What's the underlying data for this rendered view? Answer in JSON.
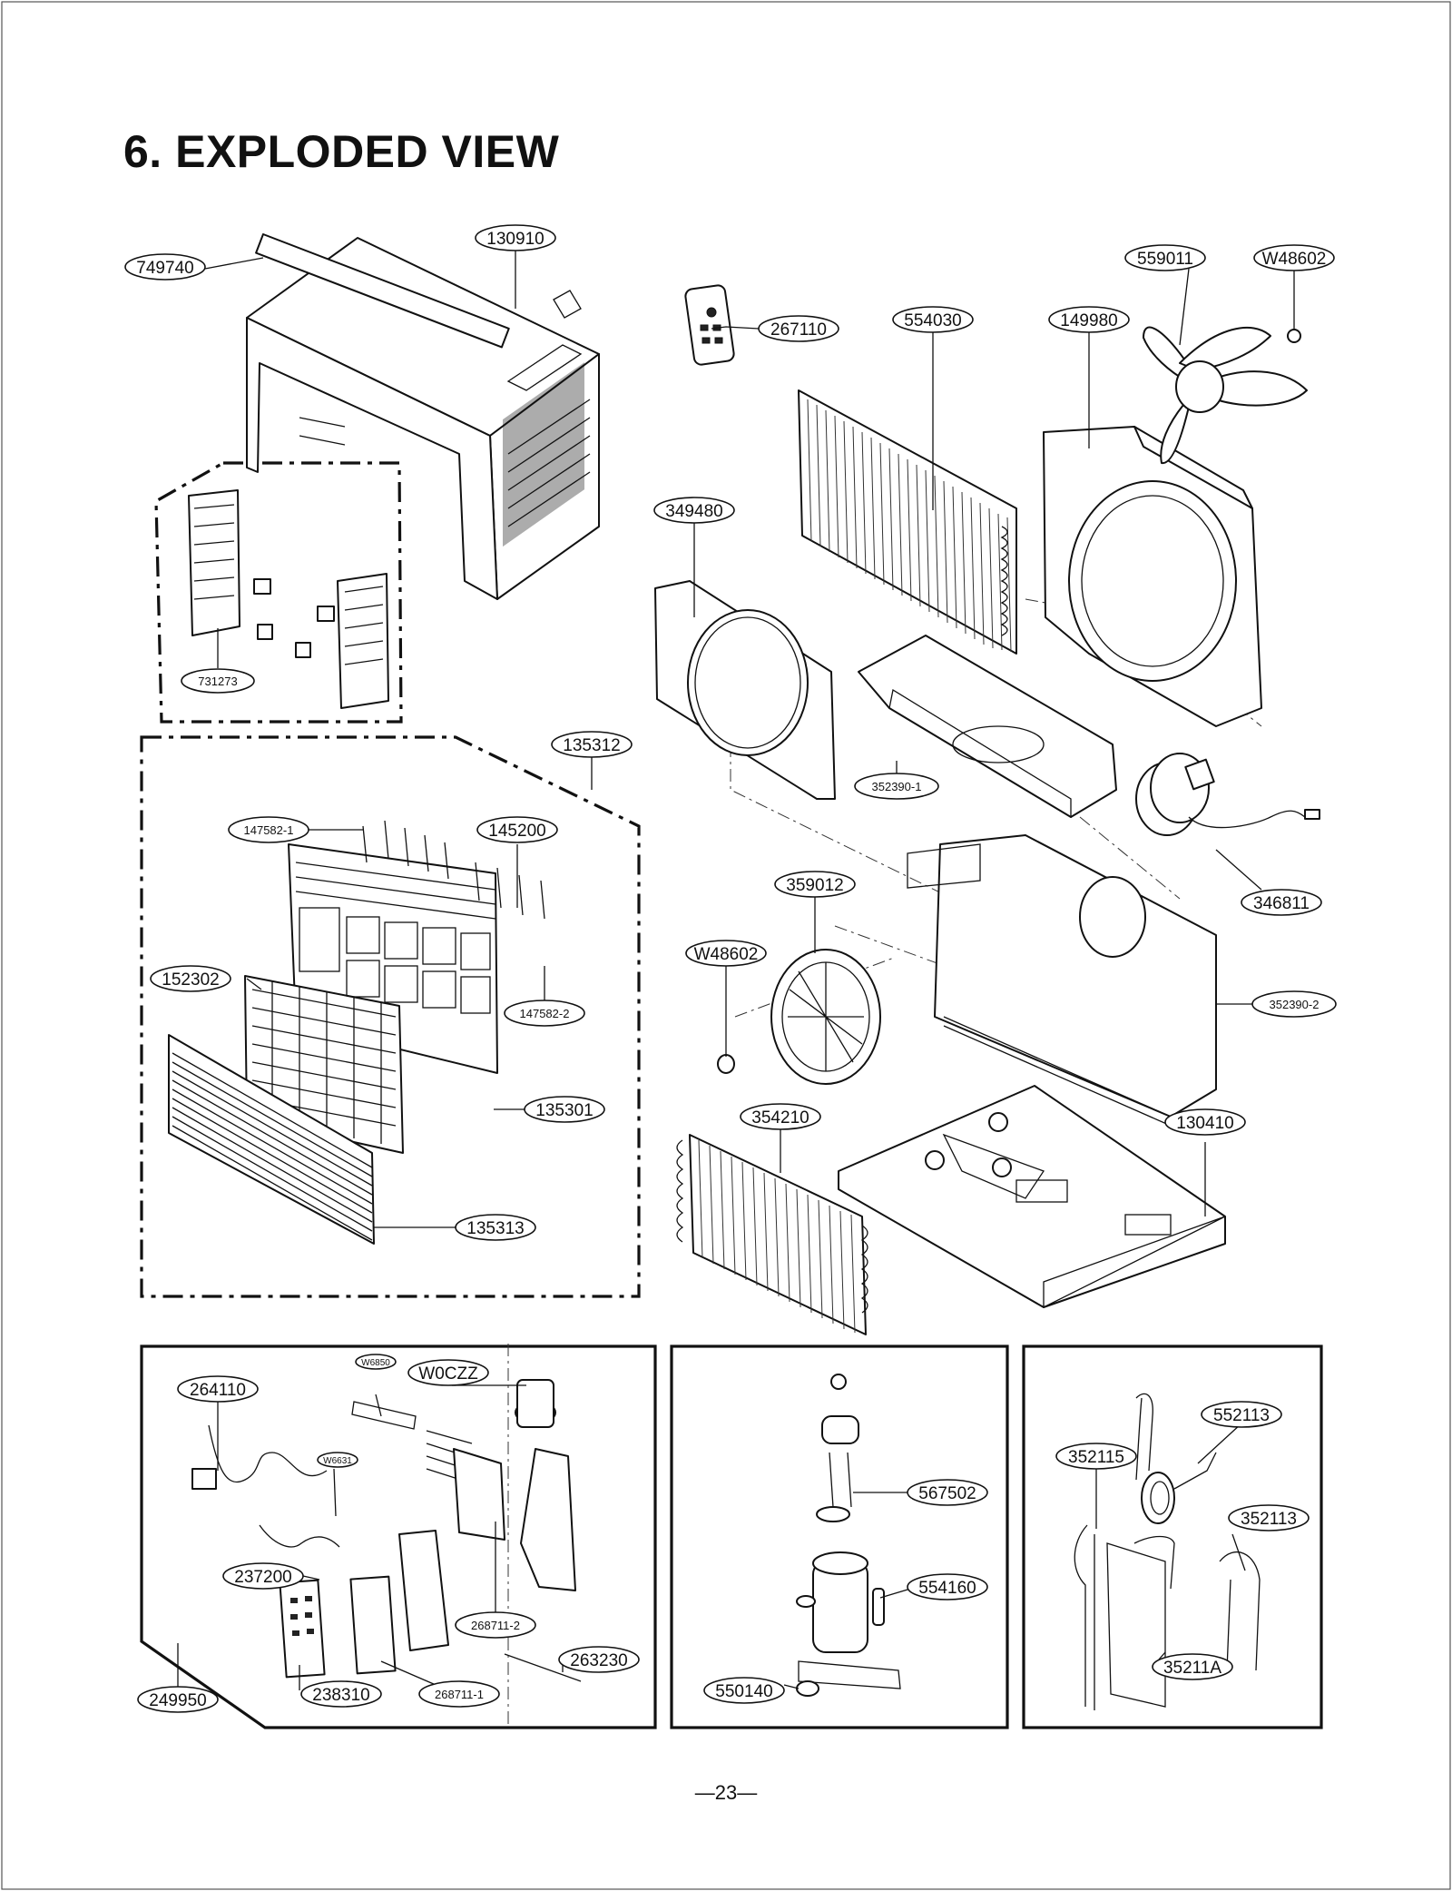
{
  "title": "6. EXPLODED VIEW",
  "page_number": "—23—",
  "parts": {
    "p749740": "749740",
    "p130910": "130910",
    "p267110": "267110",
    "p554030": "554030",
    "p149980": "149980",
    "p559011": "559011",
    "pW48602_fan": "W48602",
    "p349480": "349480",
    "p731273": "731273",
    "p135312": "135312",
    "p147582_1": "147582-1",
    "p145200": "145200",
    "p152302": "152302",
    "p147582_2": "147582-2",
    "p135301": "135301",
    "p135313": "135313",
    "p352390_1": "352390-1",
    "p346811": "346811",
    "p359012": "359012",
    "pW48602_blower": "W48602",
    "p352390_2": "352390-2",
    "p354210": "354210",
    "p130410": "130410",
    "p264110": "264110",
    "pW6850": "W6850",
    "pW0CZZ": "W0CZZ",
    "pW6631": "W6631",
    "p237200": "237200",
    "p268711_2": "268711-2",
    "p263230": "263230",
    "p238310": "238310",
    "p268711_1": "268711-1",
    "p249950": "249950",
    "p567502": "567502",
    "p554160": "554160",
    "p550140": "550140",
    "p552113": "552113",
    "p352115": "352115",
    "p352113": "352113",
    "p35211A": "35211A"
  }
}
